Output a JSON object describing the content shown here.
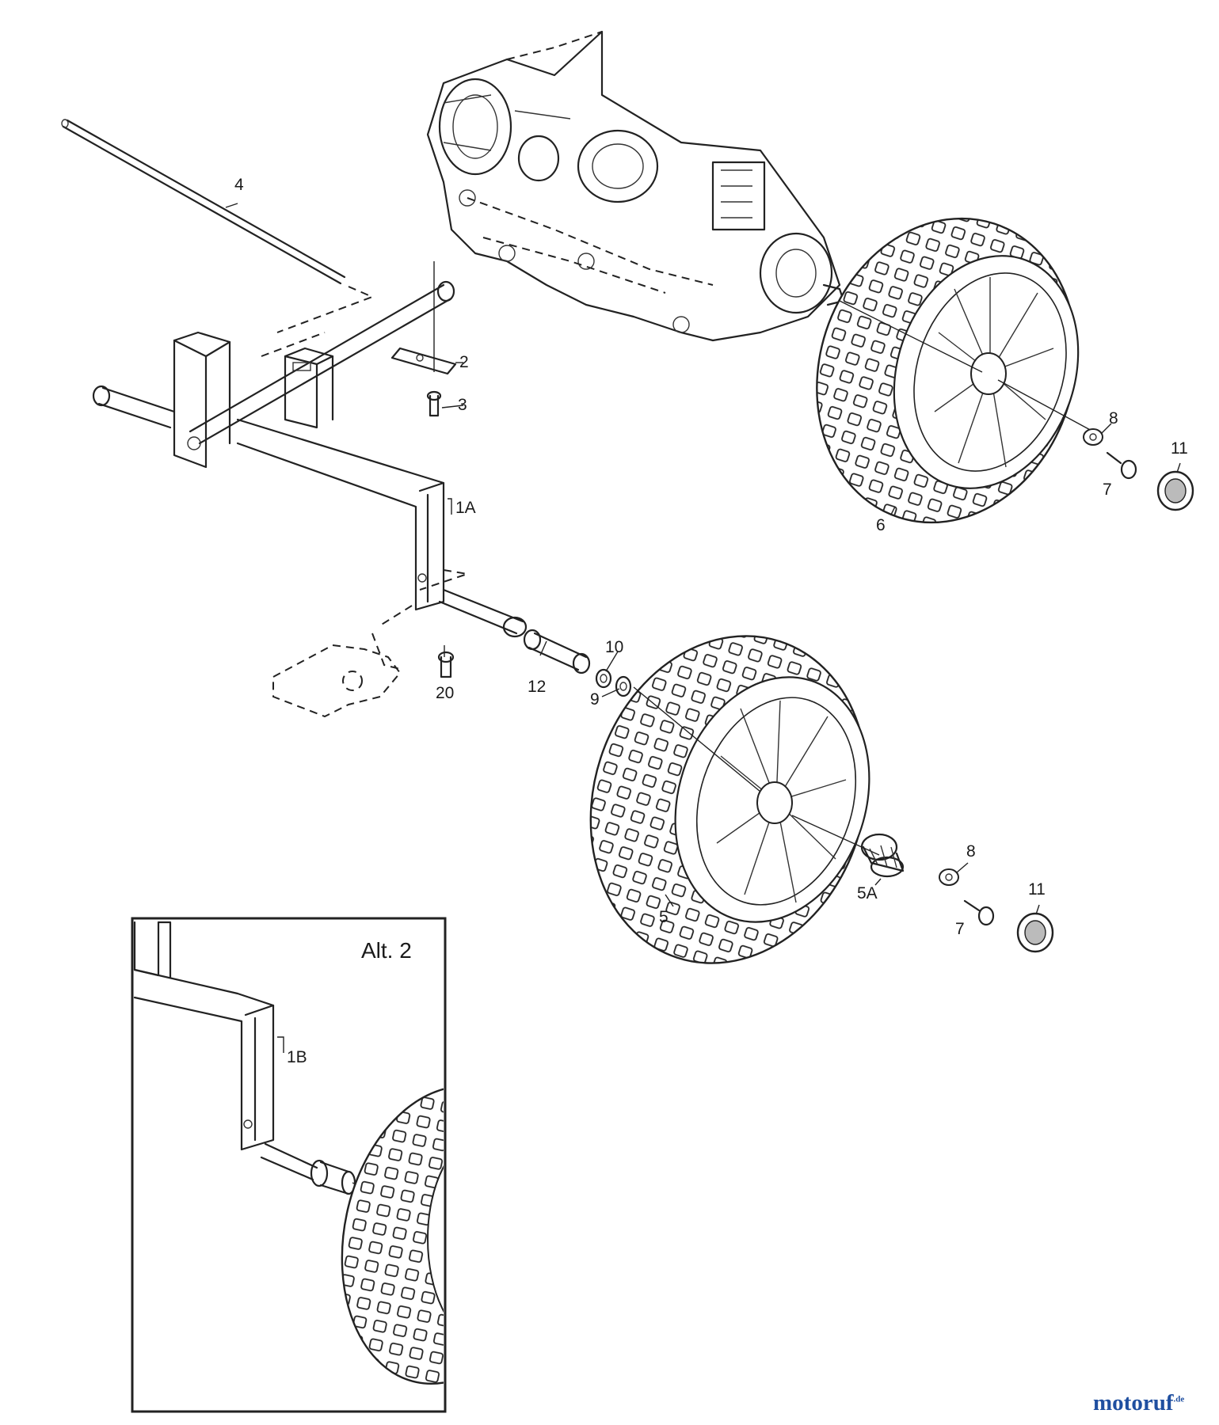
{
  "diagram": {
    "parts": [
      {
        "id": "1A",
        "label": "1A"
      },
      {
        "id": "1B",
        "label": "1B"
      },
      {
        "id": "2",
        "label": "2"
      },
      {
        "id": "3",
        "label": "3"
      },
      {
        "id": "4",
        "label": "4"
      },
      {
        "id": "5",
        "label": "5"
      },
      {
        "id": "5A",
        "label": "5A"
      },
      {
        "id": "6",
        "label": "6"
      },
      {
        "id": "7a",
        "label": "7"
      },
      {
        "id": "7b",
        "label": "7"
      },
      {
        "id": "8a",
        "label": "8"
      },
      {
        "id": "8b",
        "label": "8"
      },
      {
        "id": "9",
        "label": "9"
      },
      {
        "id": "10",
        "label": "10"
      },
      {
        "id": "11a",
        "label": "11"
      },
      {
        "id": "11b",
        "label": "11"
      },
      {
        "id": "12",
        "label": "12"
      },
      {
        "id": "20",
        "label": "20"
      }
    ],
    "inset_title": "Alt. 2"
  },
  "watermark": {
    "prefix": "moto",
    "suffix": "ruf",
    "tld": ".de"
  }
}
